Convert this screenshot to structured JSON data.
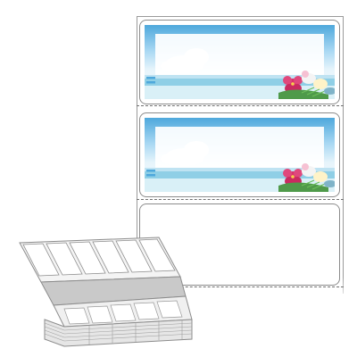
{
  "image": {
    "subject": "fanfold-label-sheet-product-image",
    "labels": [
      {
        "name": "printed-label-1",
        "artwork": "beach-sky-hibiscus-frame"
      },
      {
        "name": "printed-label-2",
        "artwork": "beach-sky-hibiscus-frame"
      },
      {
        "name": "blank-label-3",
        "artwork": "none"
      }
    ],
    "colors": {
      "sky_blue": "#58aede",
      "light_sky": "#d8eefa",
      "sea": "#8fcfe6",
      "hibiscus_pink": "#d8336b",
      "leaf_green": "#4f9a4a",
      "border_gray": "#8c8c8c"
    },
    "icons": [
      "hibiscus-icon",
      "shell-icon",
      "palm-leaf-icon",
      "cloud-icon"
    ]
  }
}
